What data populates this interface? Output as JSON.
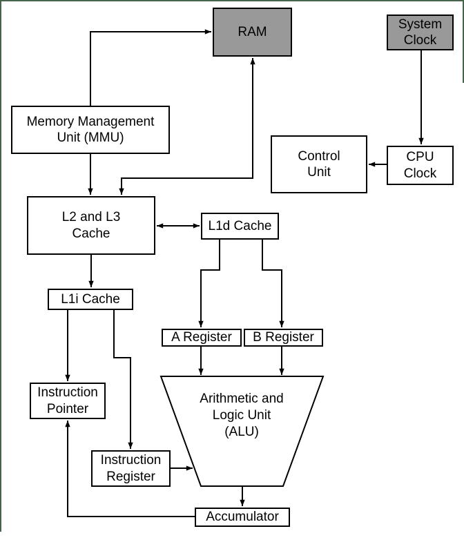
{
  "diagram": {
    "title": "CPU architecture block diagram",
    "colors": {
      "frame_border": "#46644c",
      "memory_node_fill": "#999999",
      "node_fill": "#ffffff",
      "line": "#000000",
      "text": "#000000"
    },
    "nodes": {
      "ram": {
        "label": "RAM",
        "fill": "#999999"
      },
      "system_clock": {
        "label": "System\nClock",
        "fill": "#999999"
      },
      "mmu": {
        "label": "Memory Management\nUnit (MMU)",
        "fill": "#ffffff"
      },
      "control_unit": {
        "label": "Control\nUnit",
        "fill": "#ffffff"
      },
      "cpu_clock": {
        "label": "CPU\nClock",
        "fill": "#ffffff"
      },
      "l2_l3_cache": {
        "label": "L2 and L3\nCache",
        "fill": "#ffffff"
      },
      "l1d_cache": {
        "label": "L1d Cache",
        "fill": "#ffffff"
      },
      "l1i_cache": {
        "label": "L1i Cache",
        "fill": "#ffffff"
      },
      "a_register": {
        "label": "A Register",
        "fill": "#ffffff"
      },
      "b_register": {
        "label": "B Register",
        "fill": "#ffffff"
      },
      "instruction_pointer": {
        "label": "Instruction\nPointer",
        "fill": "#ffffff"
      },
      "alu": {
        "label": "Arithmetic and\nLogic Unit\n(ALU)",
        "fill": "#ffffff"
      },
      "instruction_register": {
        "label": "Instruction\nRegister",
        "fill": "#ffffff"
      },
      "accumulator": {
        "label": "Accumulator",
        "fill": "#ffffff"
      }
    },
    "edges": [
      {
        "from": "mmu",
        "to": "ram",
        "arrows": "end"
      },
      {
        "from": "mmu",
        "to": "l2_l3_cache",
        "arrows": "end"
      },
      {
        "from": "ram",
        "to": "l2_l3_cache",
        "arrows": "both"
      },
      {
        "from": "system_clock",
        "to": "cpu_clock",
        "arrows": "end"
      },
      {
        "from": "cpu_clock",
        "to": "control_unit",
        "arrows": "end"
      },
      {
        "from": "l2_l3_cache",
        "to": "l1d_cache",
        "arrows": "both"
      },
      {
        "from": "l2_l3_cache",
        "to": "l1i_cache",
        "arrows": "end"
      },
      {
        "from": "l1d_cache",
        "to": "a_register",
        "arrows": "end"
      },
      {
        "from": "l1d_cache",
        "to": "b_register",
        "arrows": "end"
      },
      {
        "from": "l1i_cache",
        "to": "instruction_pointer",
        "arrows": "end"
      },
      {
        "from": "l1i_cache",
        "to": "instruction_register",
        "arrows": "end"
      },
      {
        "from": "a_register",
        "to": "alu",
        "arrows": "end"
      },
      {
        "from": "b_register",
        "to": "alu",
        "arrows": "end"
      },
      {
        "from": "instruction_register",
        "to": "alu",
        "arrows": "end"
      },
      {
        "from": "alu",
        "to": "accumulator",
        "arrows": "end"
      },
      {
        "from": "accumulator",
        "to": "instruction_pointer",
        "arrows": "end"
      }
    ]
  }
}
